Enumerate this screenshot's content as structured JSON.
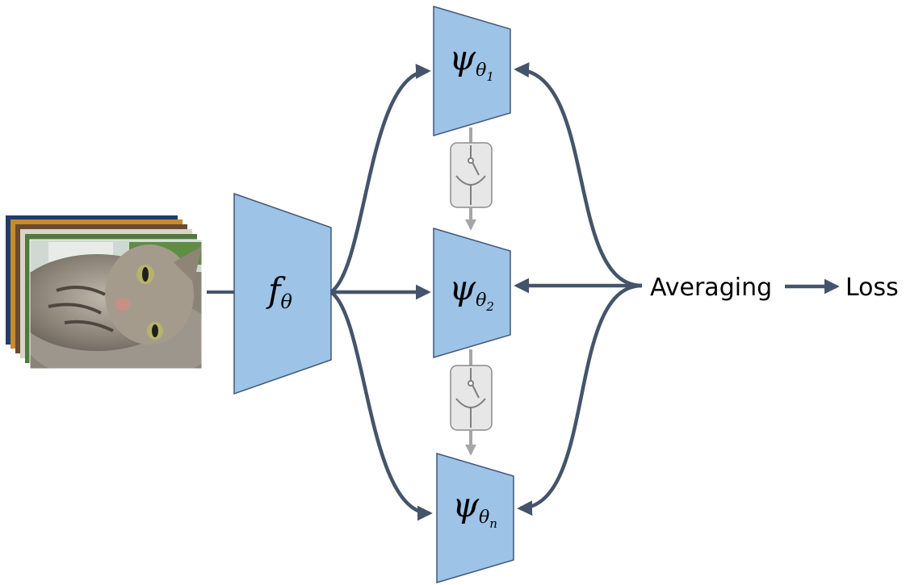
{
  "encoder": {
    "symbol": "f",
    "subscript": "θ"
  },
  "heads": [
    {
      "symbol": "ψ",
      "subscript": "θ",
      "index": "1"
    },
    {
      "symbol": "ψ",
      "subscript": "θ",
      "index": "2"
    },
    {
      "symbol": "ψ",
      "subscript": "θ",
      "index": "n"
    }
  ],
  "averaging_label": "Averaging",
  "loss_label": "Loss",
  "colors": {
    "block_fill": "#9dc3e6",
    "block_stroke": "#41577a",
    "arrow": "#44546a",
    "gate_fill": "#e7e7e7",
    "gate_stroke": "#8c8c8c"
  },
  "icons": {
    "input": "cat-photo-stack-icon",
    "switch": "switch-icon"
  }
}
